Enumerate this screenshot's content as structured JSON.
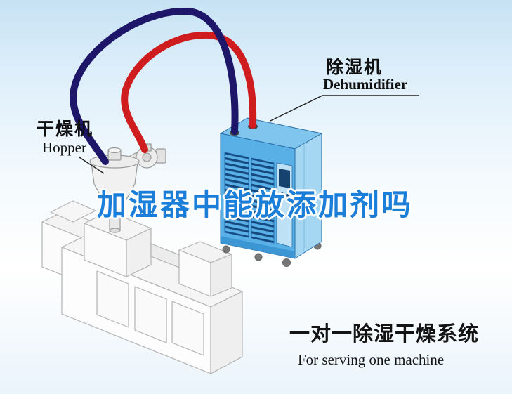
{
  "watermark": "加湿器中能放添加剂吗",
  "labels": {
    "hopper": {
      "zh": "干燥机",
      "en": "Hopper"
    },
    "dehumidifier": {
      "zh": "除湿机",
      "en": "Dehumidifier"
    }
  },
  "caption": {
    "zh": "一对一除湿干燥系统",
    "en": "For serving one machine"
  },
  "components": [
    "hopper-dryer",
    "dehumidifier",
    "extruder-machine",
    "supply-air-hose",
    "return-air-hose"
  ],
  "colors": {
    "hose_red": "#cf1d1f",
    "hose_navy": "#1e1668",
    "cabinet_top": "#7fc5ee",
    "cabinet_front": "#58b0e6",
    "cabinet_side": "#a6d7f2",
    "vent_navy": "#15487e",
    "watermark_blue": "#1b7ed8",
    "sky_blue": "#c6e2f3"
  }
}
